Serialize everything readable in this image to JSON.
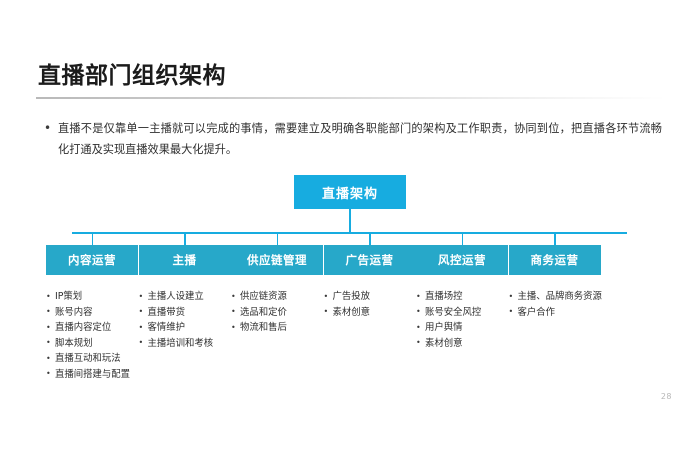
{
  "slide": {
    "title": "直播部门组织架构",
    "lead_bullet": "•",
    "lead_text": "直播不是仅靠单一主播就可以完成的事情，需要建立及明确各职能部门的架构及工作职责，协同到位，把直播各环节流畅化打通及实现直播效果最大化提升。",
    "page_number": "28"
  },
  "colors": {
    "root_box": "#17ace0",
    "department_box": "#27a8c9",
    "connector": "#17ace0",
    "title_text": "#1b1b1b",
    "body_text": "#2e2e2e"
  },
  "org_chart": {
    "root": {
      "label": "直播架构"
    },
    "departments": [
      {
        "label": "内容运营",
        "items": [
          "IP策划",
          "账号内容",
          "直播内容定位",
          "脚本规划",
          "直播互动和玩法",
          "直播间搭建与配置"
        ]
      },
      {
        "label": "主播",
        "items": [
          "主播人设建立",
          "直播带货",
          "客情维护",
          "主播培训和考核"
        ]
      },
      {
        "label": "供应链管理",
        "items": [
          "供应链资源",
          "选品和定价",
          "物流和售后"
        ]
      },
      {
        "label": "广告运营",
        "items": [
          "广告投放",
          "素材创意"
        ]
      },
      {
        "label": "风控运营",
        "items": [
          "直播场控",
          "账号安全风控",
          "用户舆情",
          "素材创意"
        ]
      },
      {
        "label": "商务运营",
        "items": [
          "主播、品牌商务资源",
          "客户合作"
        ]
      }
    ]
  }
}
